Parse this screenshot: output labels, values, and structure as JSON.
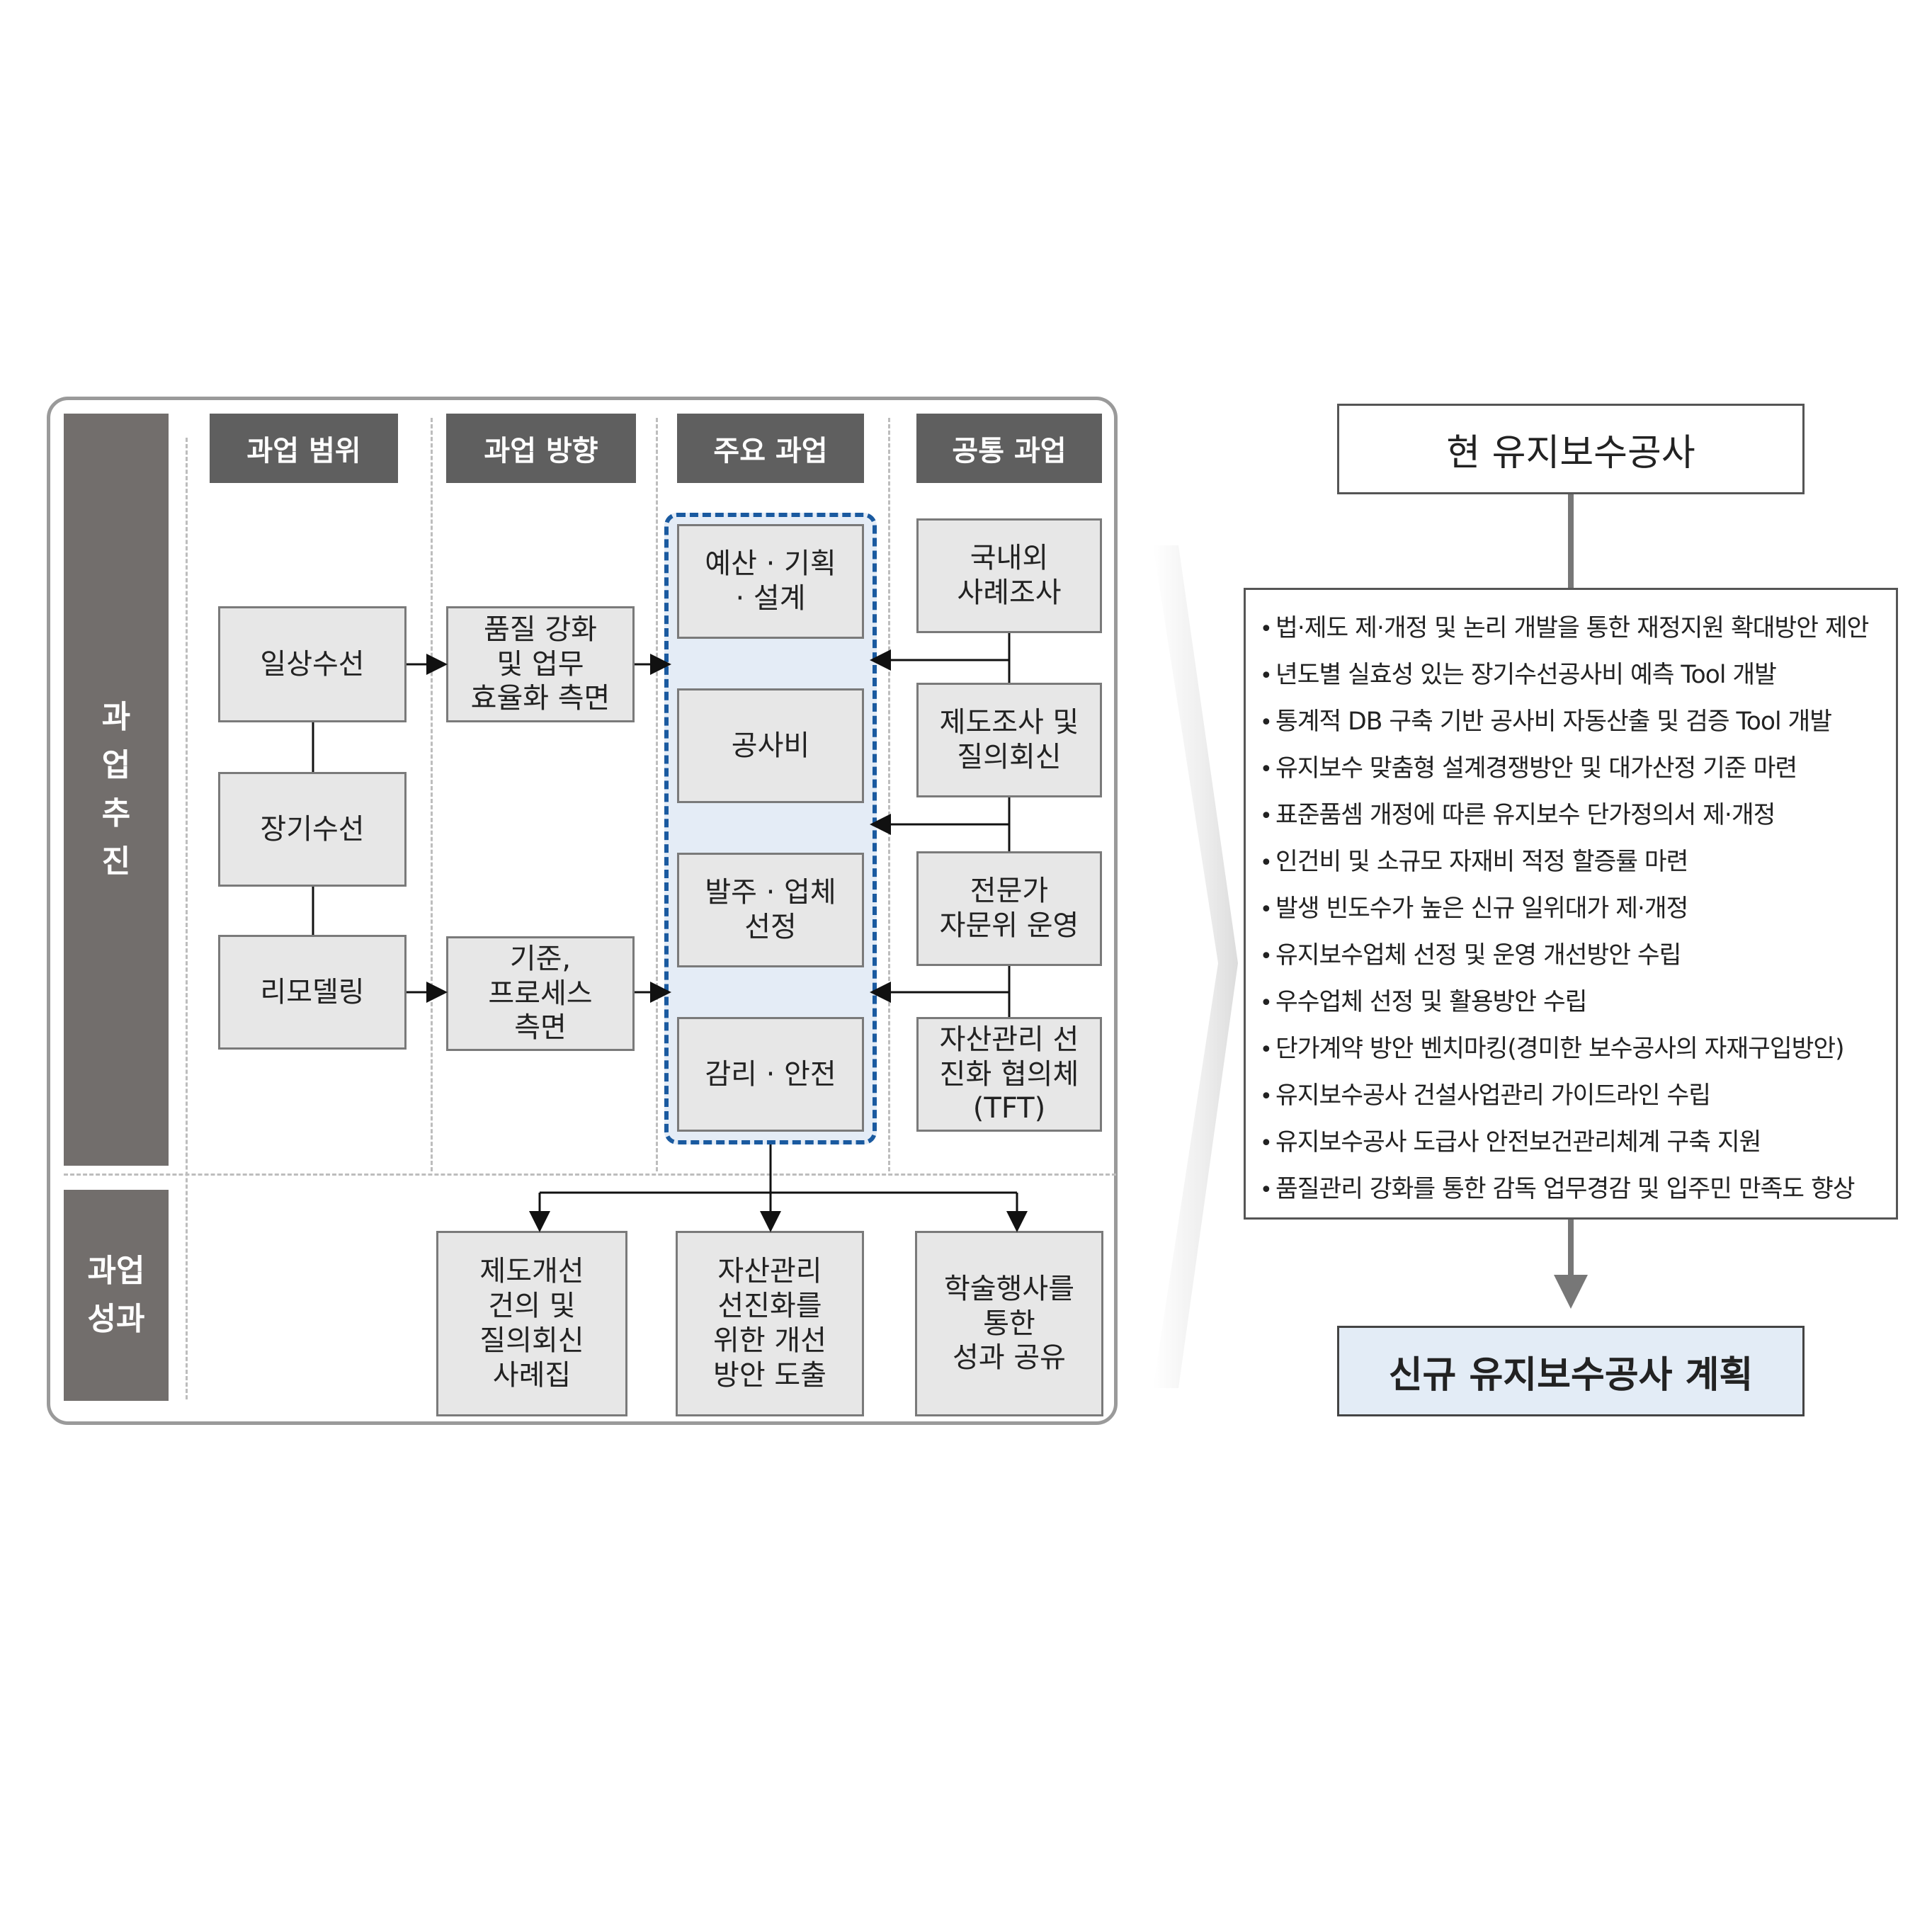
{
  "left": {
    "side_top": [
      "과",
      "업",
      "추",
      "진"
    ],
    "side_bottom": [
      "과업",
      "성과"
    ],
    "headers": [
      "과업 범위",
      "과업 방향",
      "주요 과업",
      "공통 과업"
    ],
    "scope": [
      "일상수선",
      "장기수선",
      "리모델링"
    ],
    "direction": [
      "품질 강화\n및 업무\n효율화 측면",
      "기준,\n프로세스\n측면"
    ],
    "main_tasks": [
      "예산 · 기획\n· 설계",
      "공사비",
      "발주 · 업체\n선정",
      "감리 · 안전"
    ],
    "common_tasks": [
      "국내외\n사례조사",
      "제도조사 및\n질의회신",
      "전문가\n자문위 운영",
      "자산관리 선\n진화 협의체\n(TFT)"
    ],
    "outcomes": [
      "제도개선\n건의 및\n질의회신\n사례집",
      "자산관리\n선진화를\n위한 개선\n방안 도출",
      "학술행사를\n통한\n성과 공유"
    ]
  },
  "right": {
    "current": "현 유지보수공사",
    "items": [
      "법·제도 제·개정 및 논리 개발을 통한 재정지원 확대방안 제안",
      "년도별 실효성 있는 장기수선공사비 예측 Tool 개발",
      "통계적 DB 구축 기반 공사비 자동산출 및 검증 Tool 개발",
      "유지보수 맞춤형 설계경쟁방안 및 대가산정 기준 마련",
      "표준품셈 개정에 따른 유지보수 단가정의서 제·개정",
      "인건비 및 소규모 자재비 적정 할증률 마련",
      "발생 빈도수가 높은 신규 일위대가 제·개정",
      "유지보수업체 선정 및 운영 개선방안 수립",
      "우수업체 선정 및 활용방안 수립",
      "단가계약 방안 벤치마킹(경미한 보수공사의 자재구입방안)",
      "유지보수공사 건설사업관리 가이드라인 수립",
      "유지보수공사 도급사 안전보건관리체계 구축 지원",
      "품질관리 강화를 통한 감독 업무경감 및 입주민 만족도 향상"
    ],
    "final": "신규 유지보수공사 계획"
  }
}
